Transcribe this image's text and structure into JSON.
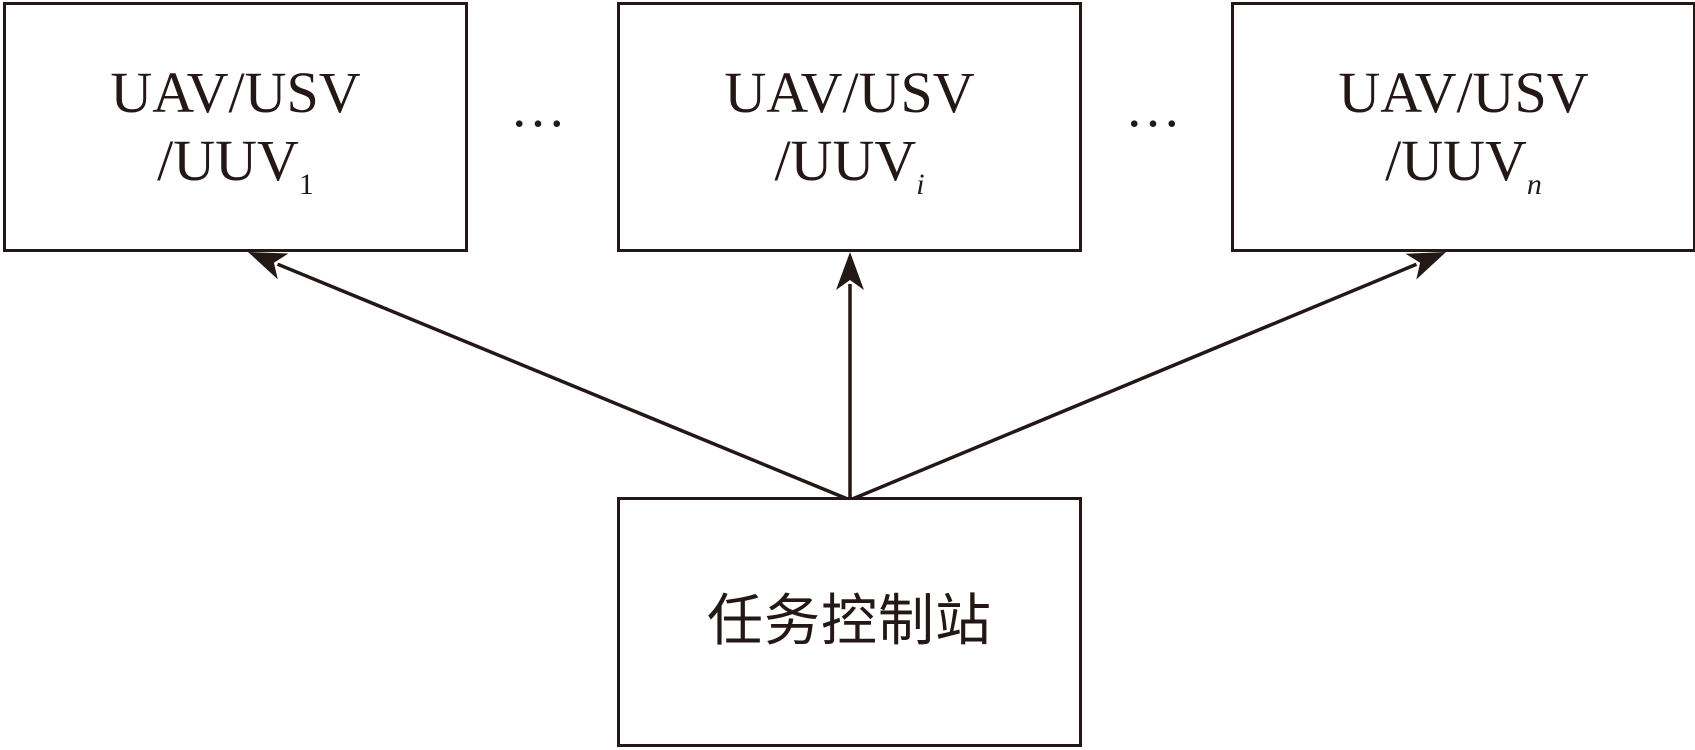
{
  "diagram": {
    "nodes": [
      {
        "id": "vehicle-1",
        "line1": "UAV/USV",
        "line2": "/UUV",
        "subscript": "1",
        "subscript_italic": false
      },
      {
        "id": "vehicle-i",
        "line1": "UAV/USV",
        "line2": "/UUV",
        "subscript": "i",
        "subscript_italic": true
      },
      {
        "id": "vehicle-n",
        "line1": "UAV/USV",
        "line2": "/UUV",
        "subscript": "n",
        "subscript_italic": true
      }
    ],
    "ellipses": [
      "…",
      "…"
    ],
    "station": {
      "label": "任务控制站"
    },
    "edges": [
      {
        "from": "station",
        "to": "vehicle-1"
      },
      {
        "from": "station",
        "to": "vehicle-i"
      },
      {
        "from": "station",
        "to": "vehicle-n"
      }
    ],
    "colors": {
      "stroke": "#231815",
      "background": "#ffffff"
    }
  }
}
